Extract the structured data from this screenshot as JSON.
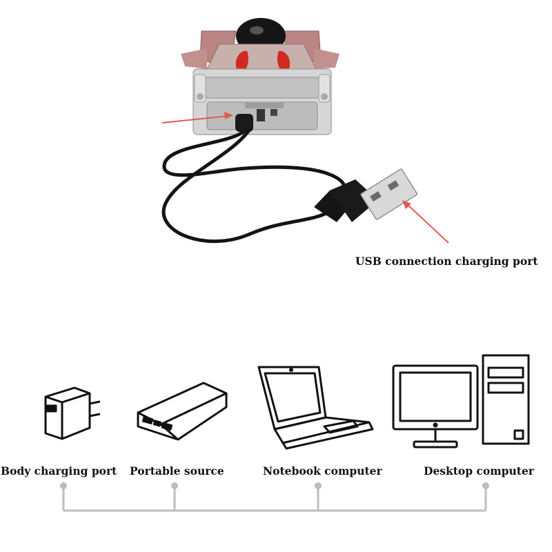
{
  "photo": {
    "subject": "toy car with USB charging cable",
    "usb_label": "USB connection charging port",
    "arrow_color": "#e05a52"
  },
  "sources": [
    {
      "label": "Body charging port",
      "icon": "wall-adapter-icon"
    },
    {
      "label": "Portable source",
      "icon": "power-bank-icon"
    },
    {
      "label": "Notebook computer",
      "icon": "laptop-icon"
    },
    {
      "label": "Desktop computer",
      "icon": "desktop-computer-icon"
    }
  ],
  "connector": {
    "line_color": "#bdbdbd"
  }
}
